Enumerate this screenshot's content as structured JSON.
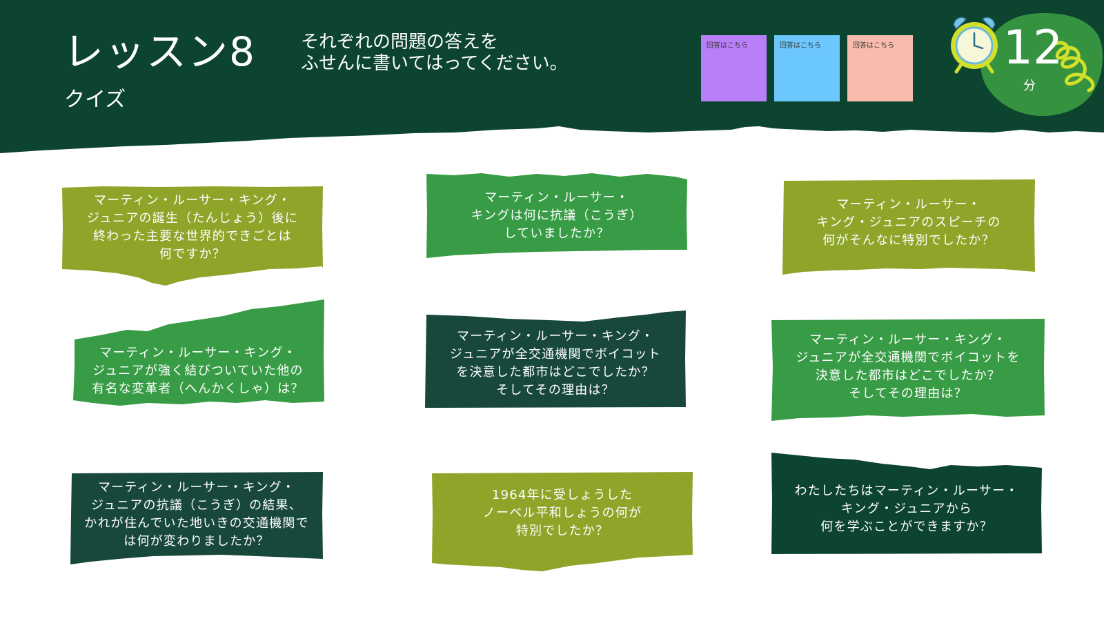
{
  "colors": {
    "header_bg": "#0c4430",
    "olive": "#8ea52a",
    "green": "#389c46",
    "dark": "#18483c",
    "darkest": "#0c4430",
    "sticky_purple": "#b87ff8",
    "sticky_blue": "#6cc7fc",
    "sticky_salmon": "#f8bcac",
    "timer_blob": "#35923f",
    "accent_yellow": "#d2df2b"
  },
  "header": {
    "title": "レッスン8",
    "subtitle": "クイズ",
    "instruction": "それぞれの問題の答えを\nふせんに書いてはってください。"
  },
  "sticky_notes": [
    {
      "label": "回答はこちら",
      "color": "#b87ff8"
    },
    {
      "label": "回答はこちら",
      "color": "#6cc7fc"
    },
    {
      "label": "回答はこちら",
      "color": "#f8bcac"
    }
  ],
  "timer": {
    "value": "12",
    "unit": "分",
    "icon": "alarm-clock-icon"
  },
  "questions": [
    {
      "text": "マーティン・ルーサー・キング・\nジュニアの誕生（たんじょう）後に\n終わった主要な世界的できごとは\n何ですか？",
      "color": "#8ea52a"
    },
    {
      "text": "マーティン・ルーサー・\nキングは何に抗議（こうぎ）\nしていましたか？",
      "color": "#389c46"
    },
    {
      "text": "マーティン・ルーサー・\nキング・ジュニアのスピーチの\n何がそんなに特別でしたか？",
      "color": "#8ea52a"
    },
    {
      "text": "マーティン・ルーサー・キング・\nジュニアが強く結びついていた他の\n有名な変革者（へんかくしゃ）は？",
      "color": "#389c46"
    },
    {
      "text": "マーティン・ルーサー・キング・\nジュニアが全交通機関でボイコット\nを決意した都市はどこでしたか？\nそしてその理由は？",
      "color": "#18483c"
    },
    {
      "text": "マーティン・ルーサー・キング・\nジュニアが全交通機関でボイコットを\n決意した都市はどこでしたか？\nそしてその理由は？",
      "color": "#389c46"
    },
    {
      "text": "マーティン・ルーサー・キング・\nジュニアの抗議（こうぎ）の結果、\nかれが住んでいた地いきの交通機関で\nは何が変わりましたか？",
      "color": "#18483c"
    },
    {
      "text": "1964年に受しょうした\nノーベル平和しょうの何が\n特別でしたか？",
      "color": "#8ea52a"
    },
    {
      "text": "わたしたちはマーティン・ルーサー・\nキング・ジュニアから\n何を学ぶことができますか？",
      "color": "#0c4430"
    }
  ]
}
